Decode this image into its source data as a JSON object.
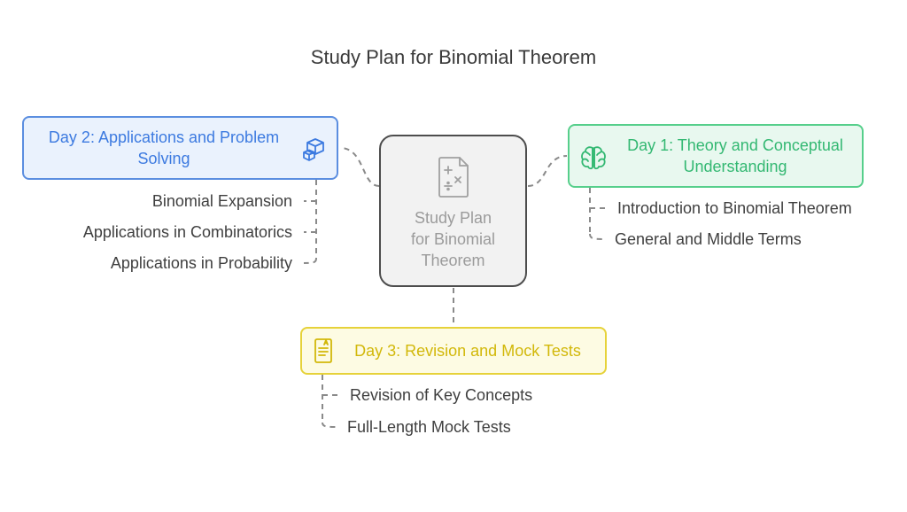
{
  "diagram": {
    "title": "Study Plan for Binomial Theorem",
    "center": {
      "label": "Study Plan\nfor Binomial\nTheorem",
      "icon": "calculator-icon"
    },
    "day2": {
      "label": "Day 2: Applications and Problem\nSolving",
      "icon": "cubes-icon",
      "items": [
        "Binomial Expansion",
        "Applications in Combinatorics",
        "Applications in Probability"
      ]
    },
    "day1": {
      "label": "Day 1: Theory and Conceptual\nUnderstanding",
      "icon": "brain-icon",
      "items": [
        "Introduction to Binomial Theorem",
        "General and Middle Terms"
      ]
    },
    "day3": {
      "label": "Day 3: Revision and Mock Tests",
      "icon": "document-icon",
      "items": [
        "Revision of Key Concepts",
        "Full-Length Mock Tests"
      ]
    },
    "colors": {
      "day2": "#3c7ae0",
      "day1": "#33b872",
      "day3": "#d2b80a",
      "center_border": "#4d4d4d",
      "connector": "#8a8a8a"
    }
  }
}
